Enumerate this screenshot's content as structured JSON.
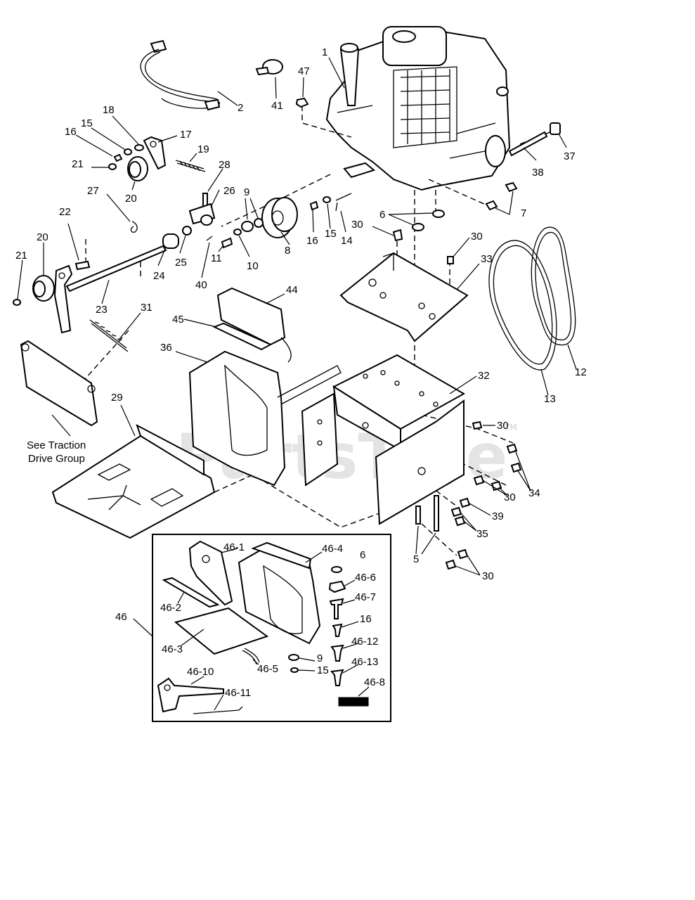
{
  "watermark": {
    "text": "PartsTree",
    "trademark": "TM"
  },
  "note": {
    "line1": "See Traction",
    "line2": "Drive Group"
  },
  "labels": [
    "1",
    "2",
    "41",
    "47",
    "18",
    "15",
    "16",
    "17",
    "21",
    "20",
    "19",
    "28",
    "27",
    "26",
    "22",
    "9",
    "10",
    "11",
    "24",
    "25",
    "40",
    "8",
    "16",
    "15",
    "14",
    "30",
    "6",
    "7",
    "38",
    "37",
    "30",
    "33",
    "23",
    "31",
    "44",
    "45",
    "36",
    "12",
    "13",
    "32",
    "30",
    "29",
    "30",
    "34",
    "39",
    "35",
    "5",
    "30",
    "46-1",
    "46-4",
    "6",
    "46-6",
    "46-7",
    "46",
    "46-2",
    "16",
    "46-12",
    "46-3",
    "9",
    "15",
    "46-13",
    "46-5",
    "46-10",
    "46-11",
    "46-8",
    "21",
    "20"
  ]
}
